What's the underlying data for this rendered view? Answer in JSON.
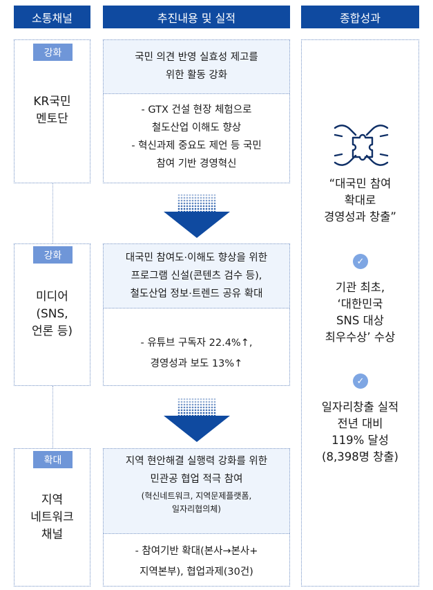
{
  "headers": {
    "channel": "소통채널",
    "content": "추진내용 및 실적",
    "result": "종합성과"
  },
  "rows": [
    {
      "tag": "강화",
      "channel": [
        "KR국민",
        "멘토단"
      ],
      "content": [
        "국민 의견 반영 실효성 제고를",
        "위한 활동 강화"
      ],
      "detail": [
        "- GTX 건설 현장 체험으로",
        "철도산업 이해도 향상",
        "- 혁신과제 중요도 제언 등 국민",
        "참여 기반 경영혁신"
      ]
    },
    {
      "tag": "강화",
      "channel": [
        "미디어",
        "(SNS,",
        "언론 등)"
      ],
      "content": [
        "대국민 참여도·이해도 향상을 위한",
        "프로그램 신설(콘텐츠 검수 등),",
        "철도산업 정보·트렌드 공유 확대"
      ],
      "detail": [
        "- 유튜브 구독자 22.4%↑,",
        "경영성과 보도 13%↑"
      ]
    },
    {
      "tag": "확대",
      "channel": [
        "지역",
        "네트워크",
        "채널"
      ],
      "content": [
        "지역 현안해결 실행력 강화를 위한",
        "민관공 협업 적극 참여"
      ],
      "content_sub": [
        "(혁신네트워크, 지역문제플랫폼,",
        "일자리협의체)"
      ],
      "detail": [
        "- 참여기반 확대(본사→본사+",
        "지역본부), 협업과제(30건)"
      ]
    }
  ],
  "results": {
    "icon": "puzzle-hands-icon",
    "headline": [
      "“대국민 참여",
      "확대로",
      "경영성과 창출”"
    ],
    "items": [
      {
        "icon": "check-icon",
        "lines": [
          "기관 최초,",
          "‘대한민국",
          "SNS 대상",
          "최우수상’ 수상"
        ]
      },
      {
        "icon": "check-icon",
        "lines": [
          "일자리창출 실적",
          "전년 대비",
          "119% 달성",
          "(8,398명 창출)"
        ]
      }
    ]
  },
  "colors": {
    "header": "#0f4aa0",
    "tag": "#6f96d8",
    "arrow": "#0f4aa0",
    "tint": "#eef4fc",
    "check": "#7ea6e3"
  }
}
